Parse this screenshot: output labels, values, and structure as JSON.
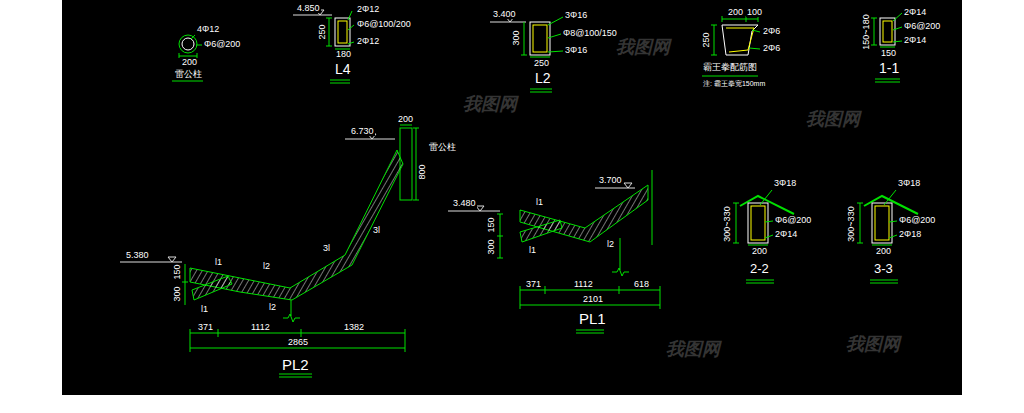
{
  "diagram": {
    "labels": [
      "4Φ12",
      "Φ6@200",
      "200",
      "雷公柱",
      "4.850",
      "2Φ12",
      "Φ6@100/200",
      "250",
      "2Φ12",
      "180",
      "L4",
      "3.400",
      "3Φ16",
      "300",
      "Φ8@100/150",
      "3Φ16",
      "250",
      "L2",
      "200",
      "100",
      "250",
      "2Φ6",
      "2Φ6",
      "霸王拳配筋图",
      "注: 霸王拳宽150mm",
      "2Φ14",
      "150~180",
      "Φ6@200",
      "2Φ14",
      "150",
      "1-1",
      "6.730",
      "200",
      "800",
      "雷公柱",
      "5.380",
      "150",
      "300",
      "l1",
      "l2",
      "3l",
      "3l",
      "l1",
      "l2",
      "371",
      "1112",
      "1382",
      "2865",
      "PL2",
      "3.700",
      "3.480",
      "150",
      "300",
      "l1",
      "l1",
      "l2",
      "371",
      "1112",
      "618",
      "2101",
      "PL1",
      "3Φ18",
      "300~330",
      "Φ6@200",
      "200",
      "2Φ14",
      "2-2",
      "3Φ18",
      "300~330",
      "Φ6@200",
      "2Φ18",
      "200",
      "3-3",
      "我图网",
      "我图网",
      "我图网",
      "我图网",
      "我图网"
    ]
  }
}
